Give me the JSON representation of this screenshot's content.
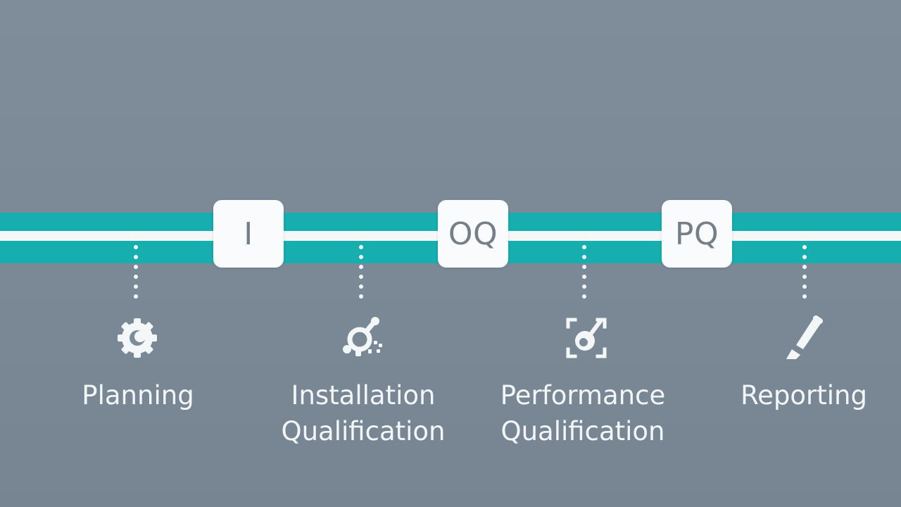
{
  "phases": [
    {
      "label": "I"
    },
    {
      "label": "OQ"
    },
    {
      "label": "PQ"
    }
  ],
  "steps": [
    {
      "title": "Planning",
      "icon": "gear-icon"
    },
    {
      "title": "Installation Qualification",
      "icon": "plumbing-joint-icon"
    },
    {
      "title": "Performance Qualification",
      "icon": "target-scan-icon"
    },
    {
      "title": "Reporting",
      "icon": "pen-icon"
    }
  ],
  "colors": {
    "background": "#7e8c99",
    "track": "#16aeae",
    "track_line": "#f4f8f8",
    "box": "#fafbfc",
    "box_text": "#747f87",
    "label_text": "#f3f6f8"
  }
}
